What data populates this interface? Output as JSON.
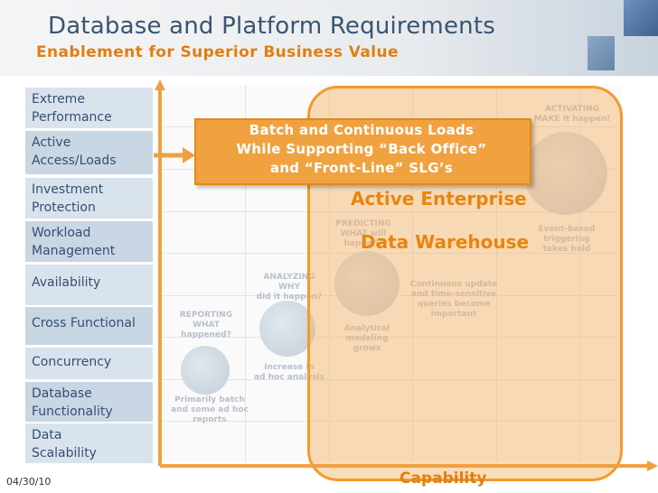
{
  "header": {
    "title": "Database and Platform Requirements",
    "subtitle": "Enablement for Superior Business Value"
  },
  "requirements": [
    {
      "line1": "Extreme",
      "line2": "Performance"
    },
    {
      "line1": "Active",
      "line2": "Access/Loads"
    },
    {
      "line1": "Investment",
      "line2": "Protection"
    },
    {
      "line1": "Workload",
      "line2": "Management"
    },
    {
      "line1": "Availability",
      "line2": ""
    },
    {
      "line1": "Cross Functional",
      "line2": ""
    },
    {
      "line1": "Concurrency",
      "line2": ""
    },
    {
      "line1": "Database",
      "line2": "Functionality"
    },
    {
      "line1": "Data",
      "line2": "Scalability"
    }
  ],
  "callout": {
    "line1": "Batch and Continuous Loads",
    "line2": "While Supporting “Back Office”",
    "line3": "and “Front-Line” SLG’s"
  },
  "highlight": {
    "line1": "Active Enterprise",
    "line2": "Data Warehouse"
  },
  "stages": {
    "reporting": {
      "title": "REPORTING\nWHAT\nhappened?",
      "note": "Primarily batch\nand some ad hoc\nreports"
    },
    "analyzing": {
      "title": "ANALYZING\nWHY\ndid it happen?",
      "note": "Increase in\nad hoc analysis"
    },
    "predicting": {
      "title": "PREDICTING\nWHAT will\nhappen?",
      "note": "Analytical\nmodeling\ngrows"
    },
    "operationalizing": {
      "note": "Continuous update\nand time-sensitive\nqueries become\nimportant"
    },
    "activating": {
      "title": "ACTIVATING\nMAKE it happen!",
      "note": "Event-based\ntriggering\ntakes hold"
    }
  },
  "axis": {
    "x_label": "Capability"
  },
  "footer": {
    "date": "04/30/10"
  },
  "colors": {
    "accent_orange": "#e07f12",
    "title_blue": "#3a5470",
    "row_blue": "#d9e3ee"
  }
}
